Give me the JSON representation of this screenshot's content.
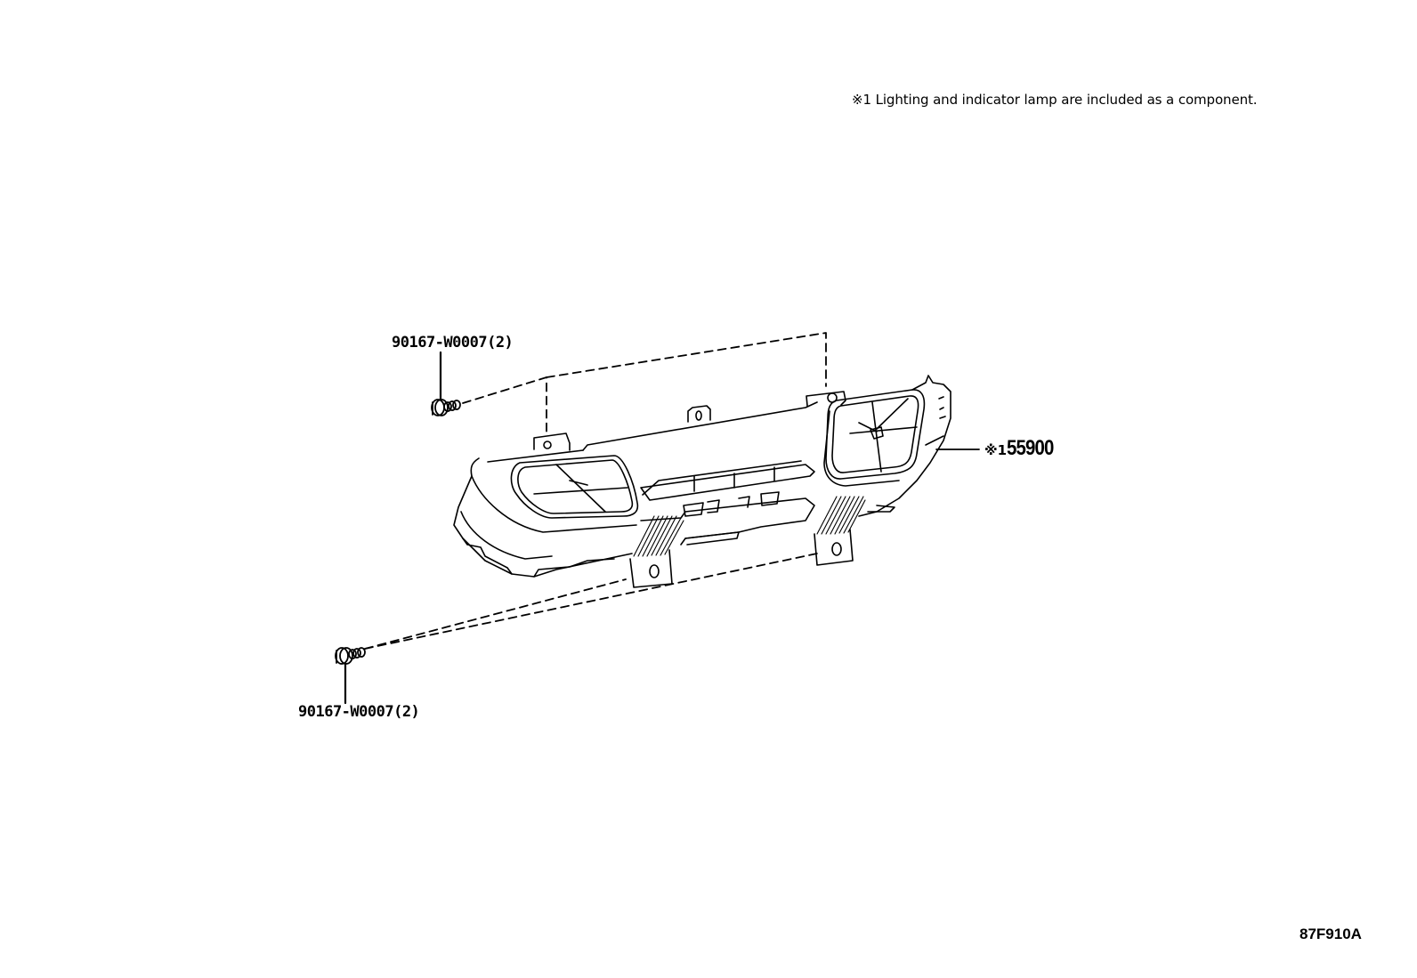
{
  "diagram": {
    "note": "※1 Lighting and indicator lamp are included as a component.",
    "illustration_id": "87F910A",
    "parts": [
      {
        "id": "screw-upper",
        "part_number": "90167-W0007(2)",
        "description_visible": false
      },
      {
        "id": "main-unit",
        "marker": "※1",
        "part_number": "55900"
      },
      {
        "id": "screw-lower",
        "part_number": "90167-W0007(2)",
        "description_visible": false
      }
    ]
  }
}
